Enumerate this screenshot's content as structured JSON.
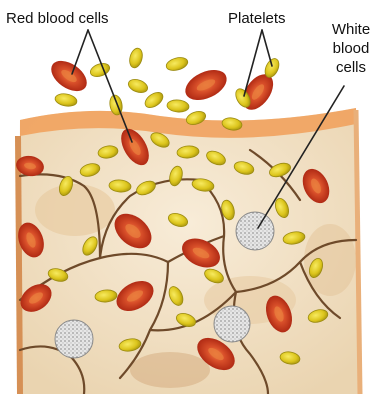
{
  "labels": {
    "red_blood_cells": "Red blood cells",
    "platelets": "Platelets",
    "white_blood_cells": [
      "White",
      "blood",
      "cells"
    ]
  },
  "colors": {
    "red_blood_cell": "#c8341a",
    "red_blood_cell_center": "#e0662f",
    "platelet": "#e2cf1e",
    "platelet_edge": "#9a8a10",
    "white_blood_cell": "#cfcfcf",
    "tissue": "#f4e5cd",
    "vessel_wall": "#f0a560",
    "cell_borders": "#6e4a2a",
    "leader_lines": "#222222"
  },
  "icons": [
    "red-blood-cell-icon",
    "platelet-icon",
    "white-blood-cell-icon"
  ]
}
